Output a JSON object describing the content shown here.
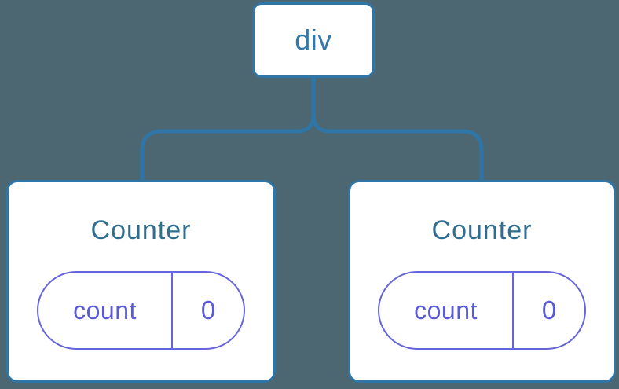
{
  "diagram": {
    "description": "Component tree diagram: a div root element with two Counter component children, each holding a count state of 0",
    "colors": {
      "background": "#4C6772",
      "node_border_blue": "#2F76A6",
      "root_label_blue": "#3579A8",
      "card_title_blue": "#2D6E91",
      "state_purple": "#5B5BD6",
      "state_border_purple": "#6565DB",
      "card_background": "#FFFFFF"
    },
    "tree": {
      "root": {
        "label": "div"
      },
      "children": [
        {
          "title": "Counter",
          "state": {
            "key": "count",
            "value": "0"
          }
        },
        {
          "title": "Counter",
          "state": {
            "key": "count",
            "value": "0"
          }
        }
      ]
    }
  }
}
